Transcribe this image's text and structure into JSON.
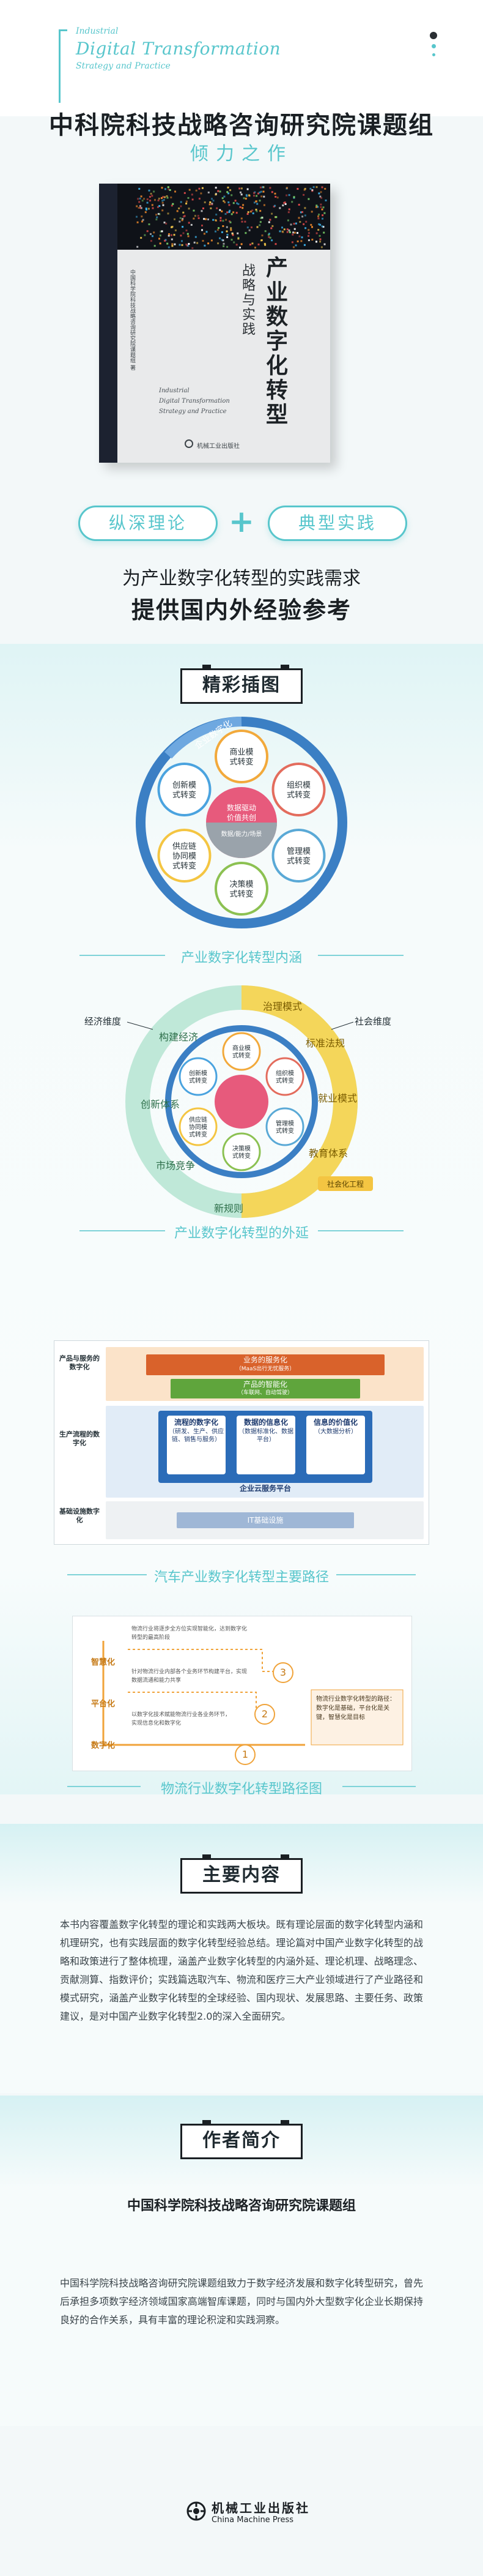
{
  "header": {
    "en_line1": "Industrial",
    "en_line2": "Digital Transformation",
    "en_line3": "Strategy and Practice",
    "org_title": "中科院科技战略咨询研究院课题组",
    "subtitle": "倾力之作"
  },
  "book": {
    "title": "产业数字化转型",
    "subtitle": "战略与实践",
    "en_line1": "Industrial",
    "en_line2": "Digital Transformation",
    "en_line3": "Strategy and Practice",
    "author": "中国科学院科技战略咨询研究院课题组 著",
    "publisher": "机械工业出版社"
  },
  "banner": {
    "left": "纵深理论",
    "plus": "+",
    "right": "典型实践",
    "tagline1": "为产业数字化转型的实践需求",
    "tagline2": "提供国内外经验参考"
  },
  "illustrations": {
    "heading": "精彩插图",
    "diagram1": {
      "ring_label": "企业数字化",
      "center_lines": [
        "数据驱动",
        "价值共创"
      ],
      "center_lower": [
        "数据/能力/场景"
      ],
      "nodes": [
        {
          "lines": [
            "商业模",
            "式转变"
          ],
          "color": "#f2a93b"
        },
        {
          "lines": [
            "组织模",
            "式转变"
          ],
          "color": "#e36c5d"
        },
        {
          "lines": [
            "管理模",
            "式转变"
          ],
          "color": "#5aa9d6"
        },
        {
          "lines": [
            "决策模",
            "式转变"
          ],
          "color": "#8cc152"
        },
        {
          "lines": [
            "供应链",
            "协同模",
            "式转变"
          ],
          "color": "#f4c542"
        },
        {
          "lines": [
            "创新模",
            "式转变"
          ],
          "color": "#4aa3df"
        }
      ],
      "caption": "产业数字化转型内涵"
    },
    "diagram2": {
      "left_label": "经济维度",
      "right_label": "社会维度",
      "outer_left_text": [
        "构建经济",
        "创新体系",
        "市场竞争",
        "新规则"
      ],
      "outer_right_text": [
        "治理模式",
        "标准法规",
        "就业模式",
        "教育体系"
      ],
      "badge": "社会化工程",
      "caption": "产业数字化转型的外延"
    },
    "diagram3": {
      "row_labels": [
        "产品与服务的数字化",
        "生产流程的数字化",
        "基础设施数字化"
      ],
      "band_top": "业务的服务化",
      "band_top_sub": "（MaaS出行无忧服务）",
      "band_mid": "产品的智能化",
      "band_mid_sub": "（车联网、自动驾驶）",
      "boxes": [
        {
          "title": "流程的数字化",
          "desc": "（研发、生产、供应链、销售与服务）"
        },
        {
          "title": "数据的信息化",
          "desc": "（数据标准化、数据平台）"
        },
        {
          "title": "信息的价值化",
          "desc": "（大数据分析）"
        }
      ],
      "platform": "企业云服务平台",
      "infra": "IT基础设施",
      "caption": "汽车产业数字化转型主要路径"
    },
    "diagram4": {
      "levels": [
        {
          "label": "智慧化",
          "number": "3",
          "text": "物流行业将逐步全方位实现智能化，达到数字化转型的最高阶段"
        },
        {
          "label": "平台化",
          "number": "2",
          "text": "针对物流行业内部各个业务环节构建平台，实现数据流通和能力共享"
        },
        {
          "label": "数字化",
          "number": "1",
          "text": "以数字化技术赋能物流行业各业务环节，实现信息化和数字化"
        }
      ],
      "side_note": "物流行业数字化转型的路径：数字化是基础，平台化是关键，智慧化是目标",
      "caption": "物流行业数字化转型路径图"
    }
  },
  "content": {
    "heading": "主要内容",
    "text": "本书内容覆盖数字化转型的理论和实践两大板块。既有理论层面的数字化转型内涵和机理研究，也有实践层面的数字化转型经验总结。理论篇对中国产业数字化转型的战略和政策进行了整体梳理，涵盖产业数字化转型的内涵外延、理论机理、战略理念、贡献测算、指数评价；实践篇选取汽车、物流和医疗三大产业领域进行了产业路径和模式研究，涵盖产业数字化转型的全球经验、国内现状、发展思路、主要任务、政策建议，是对中国产业数字化转型2.0的深入全面研究。"
  },
  "author_section": {
    "heading": "作者简介",
    "org": "中国科学院科技战略咨询研究院课题组",
    "text": "中国科学院科技战略咨询研究院课题组致力于数字经济发展和数字化转型研究，曾先后承担多项数字经济领域国家高端智库课题，同时与国内外大型数字化企业长期保持良好的合作关系，具有丰富的理论积淀和实践洞察。"
  },
  "footer": {
    "publisher_cn": "机械工业出版社",
    "publisher_en": "China Machine Press"
  },
  "colors": {
    "accent": "#58c6cc",
    "dark": "#1a1f23",
    "ring_blue": "#3b7fc4"
  }
}
